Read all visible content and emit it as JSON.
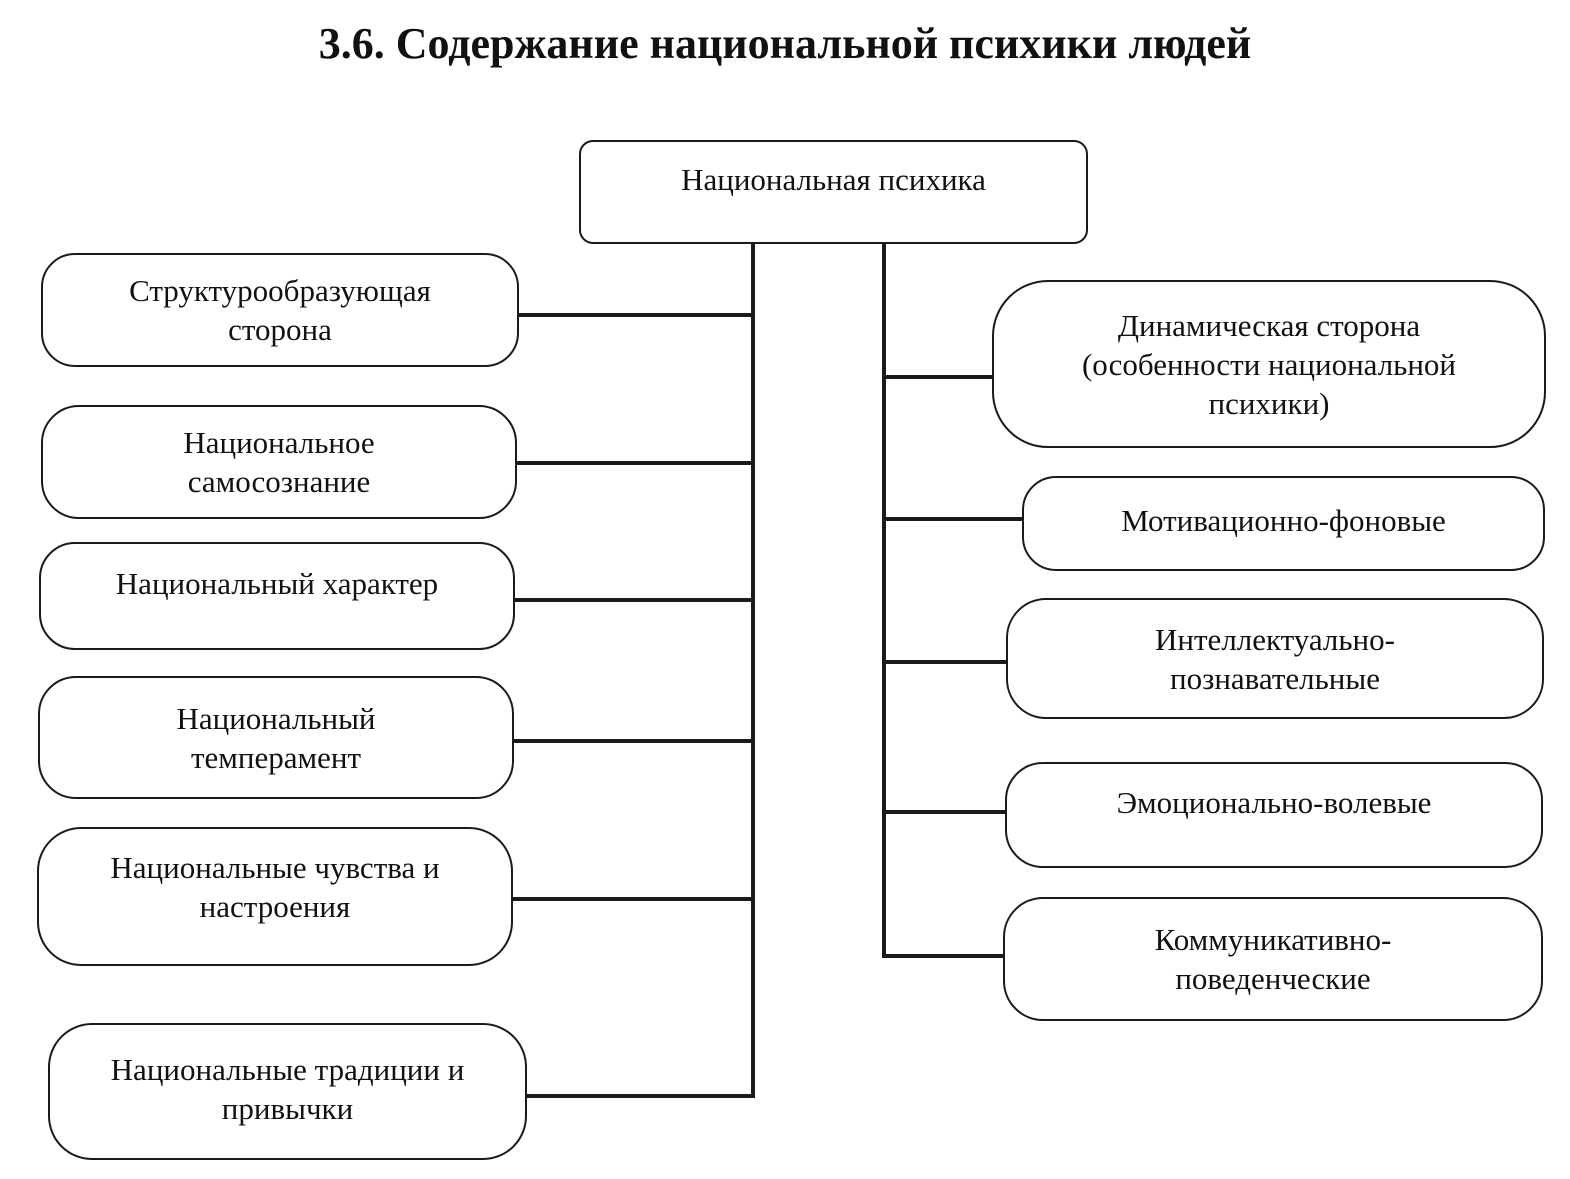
{
  "title": "3.6. Содержание национальной психики людей",
  "root": {
    "line1": "Национальная психика"
  },
  "left_branch": [
    {
      "line1": "Структурообразующая",
      "line2": "сторона"
    },
    {
      "line1": "Национальное",
      "line2": "самосознание"
    },
    {
      "line1": "Национальный характер"
    },
    {
      "line1": "Национальный",
      "line2": "темперамент"
    },
    {
      "line1": "Национальные чувства и",
      "line2": "настроения"
    },
    {
      "line1": "Национальные традиции и",
      "line2": "привычки"
    }
  ],
  "right_branch": [
    {
      "line1": "Динамическая сторона",
      "line2": "(особенности национальной",
      "line3": "психики)"
    },
    {
      "line1": "Мотивационно-фоновые"
    },
    {
      "line1": "Интеллектуально-",
      "line2": "познавательные"
    },
    {
      "line1": "Эмоционально-волевые"
    },
    {
      "line1": "Коммуникативно-",
      "line2": "поведенческие"
    }
  ],
  "colors": {
    "line": "#1a1a1a",
    "background": "#ffffff",
    "text": "#111111"
  }
}
